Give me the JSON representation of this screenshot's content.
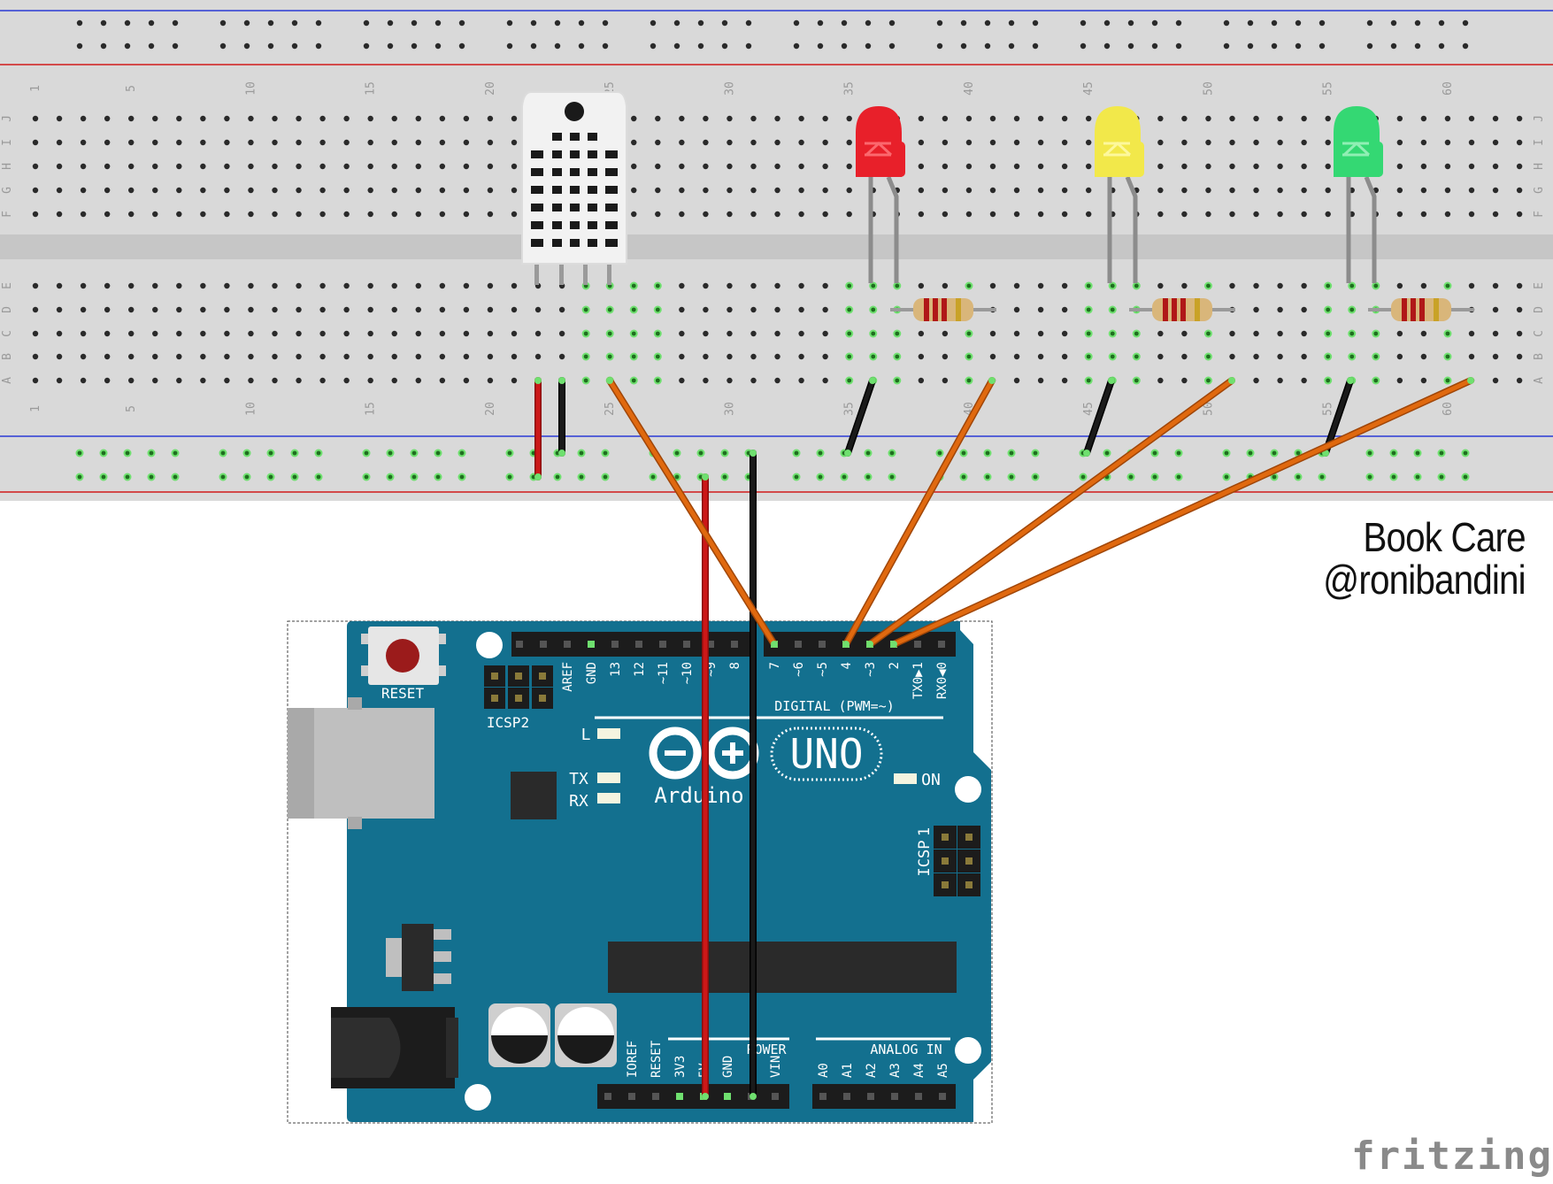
{
  "caption": {
    "title": "Book Care",
    "handle": "@ronibandini"
  },
  "brand": "fritzing",
  "breadboard": {
    "row_letters_top": [
      "J",
      "I",
      "H",
      "G",
      "F"
    ],
    "row_letters_bottom": [
      "E",
      "D",
      "C",
      "B",
      "A"
    ],
    "column_numbers": [
      "1",
      "5",
      "10",
      "15",
      "20",
      "25",
      "30",
      "35",
      "40",
      "45",
      "50",
      "55",
      "60"
    ]
  },
  "components": {
    "sensor": "DHT22",
    "leds": [
      {
        "color_name": "red",
        "body": "#e8202a",
        "shine": "#ff7a80"
      },
      {
        "color_name": "yellow",
        "body": "#f2e84a",
        "shine": "#fffbb0"
      },
      {
        "color_name": "green",
        "body": "#34d873",
        "shine": "#a8f5c4"
      }
    ]
  },
  "arduino": {
    "model_label": "UNO",
    "brand_label": "Arduino",
    "reset_label": "RESET",
    "icsp2_label": "ICSP2",
    "icsp_label": "ICSP",
    "icsp_pin1": "1",
    "led_l": "L",
    "led_tx": "TX",
    "led_rx": "RX",
    "led_on": "ON",
    "digital_label": "DIGITAL (PWM=~)",
    "power_label": "POWER",
    "analog_label": "ANALOG IN",
    "digital_pins": [
      "AREF",
      "GND",
      "13",
      "12",
      "~11",
      "~10",
      "~9",
      "8",
      "7",
      "~6",
      "~5",
      "4",
      "~3",
      "2",
      "TX0▶1",
      "RX0◀0"
    ],
    "power_pins": [
      "IOREF",
      "RESET",
      "3V3",
      "5V",
      "GND",
      "GND",
      "VIN"
    ],
    "analog_pins": [
      "A0",
      "A1",
      "A2",
      "A3",
      "A4",
      "A5"
    ],
    "board_color": "#13708f"
  },
  "wires": {
    "signal_color": "#e0690f",
    "power_color": "#cc1818",
    "ground_color": "#1a1a1a"
  }
}
